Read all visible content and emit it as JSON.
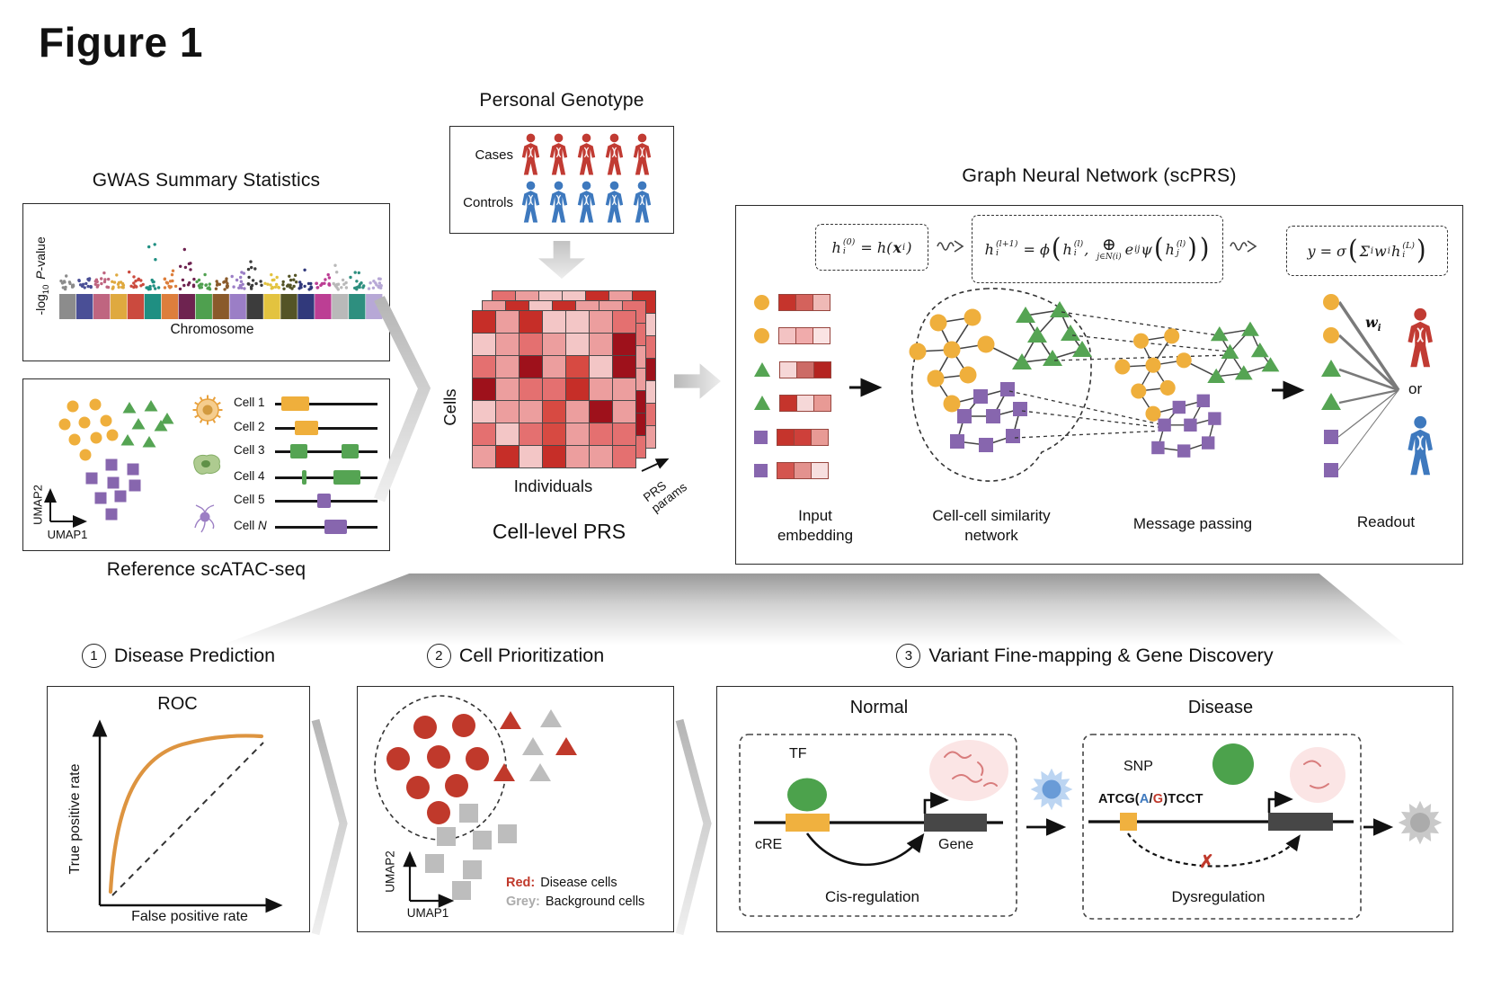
{
  "figure": {
    "title": "Figure 1"
  },
  "colors": {
    "orange": "#EFAF3C",
    "green": "#55A453",
    "purple": "#8766AE",
    "case_red": "#C13B33",
    "control_blue": "#3E79BE",
    "disease_red": "#C0392B",
    "background_grey": "#BDBDBD",
    "roc_orange": "#DD9440",
    "tf_green": "#4CA24C",
    "cre_orange": "#F0B13F",
    "gene_dark": "#474747",
    "seq_a_blue": "#3E79BE",
    "seq_g_red": "#C0392B"
  },
  "gwas": {
    "title": "GWAS Summary Statistics",
    "ylabel_pre": "-log",
    "ylabel_sub": "10",
    "ylabel_italic": "P",
    "ylabel_post": "-value",
    "xlabel": "Chromosome",
    "chrom_colors": [
      "#8C8C8C",
      "#4A4F96",
      "#BF6580",
      "#DFA93F",
      "#CB4A3E",
      "#1F8F82",
      "#DD7E3C",
      "#6E2350",
      "#4FA04F",
      "#8A5A2B",
      "#9B7EC6",
      "#3C3C3C",
      "#E3C33F",
      "#545426",
      "#31397B",
      "#BC3E94",
      "#B9B9B9",
      "#2E8F7F",
      "#B7A8D6"
    ],
    "peak_heights": [
      14,
      16,
      22,
      26,
      22,
      52,
      26,
      44,
      18,
      16,
      24,
      56,
      20,
      14,
      22,
      34,
      26,
      18,
      12
    ]
  },
  "genotype": {
    "title": "Personal Genotype",
    "count": 5,
    "rows": [
      {
        "label": "Cases",
        "color": "#C13B33"
      },
      {
        "label": "Controls",
        "color": "#3E79BE"
      }
    ]
  },
  "scatac": {
    "title": "Reference scATAC-seq",
    "xlabel": "UMAP1",
    "ylabel": "UMAP2",
    "tracks": [
      {
        "label": "Cell 1",
        "color": "#EFAF3C",
        "blocks": [
          [
            6,
            27
          ]
        ]
      },
      {
        "label": "Cell 2",
        "color": "#EFAF3C",
        "blocks": [
          [
            19,
            23
          ]
        ]
      },
      {
        "label": "Cell 3",
        "color": "#55A453",
        "blocks": [
          [
            15,
            17
          ],
          [
            65,
            17
          ]
        ]
      },
      {
        "label": "Cell 4",
        "color": "#55A453",
        "blocks": [
          [
            26,
            5
          ],
          [
            57,
            26
          ]
        ]
      },
      {
        "label": "Cell 5",
        "color": "#8766AE",
        "blocks": [
          [
            41,
            13
          ]
        ]
      },
      {
        "label": "Cell N",
        "color": "#8766AE",
        "blocks": [
          [
            48,
            22
          ]
        ]
      }
    ]
  },
  "prs": {
    "ylabel": "Cells",
    "xlabel": "Individuals",
    "depth_label": "PRS params",
    "title": "Cell-level PRS",
    "shades": [
      "#FBE9E9",
      "#F3C6C6",
      "#EC9E9E",
      "#E47070",
      "#D74A42",
      "#C62E28",
      "#9E111B"
    ],
    "grid": [
      [
        5,
        2,
        5,
        1,
        1,
        2,
        3
      ],
      [
        1,
        2,
        3,
        2,
        1,
        2,
        6
      ],
      [
        3,
        2,
        6,
        2,
        4,
        1,
        6
      ],
      [
        6,
        2,
        3,
        3,
        5,
        2,
        2
      ],
      [
        1,
        2,
        2,
        4,
        2,
        6,
        2
      ],
      [
        3,
        1,
        3,
        4,
        2,
        3,
        3
      ],
      [
        2,
        5,
        1,
        5,
        2,
        2,
        3
      ]
    ]
  },
  "gnn": {
    "title": "Graph Neural Network (scPRS)",
    "eq1": [
      {
        "t": "h"
      },
      {
        "ss": [
          "(0)",
          "i"
        ]
      },
      {
        "t": " = h("
      },
      {
        "t": "x",
        "b": true
      },
      {
        "sub": "i"
      },
      {
        "t": ")"
      }
    ],
    "eq2": [
      {
        "t": "h"
      },
      {
        "ss": [
          "(l+1)",
          "i"
        ]
      },
      {
        "t": " = ϕ"
      },
      {
        "par": "("
      },
      {
        "t": "h"
      },
      {
        "ss": [
          "(l)",
          "i"
        ]
      },
      {
        "t": ", "
      },
      {
        "op": "⊕",
        "lim": "j∈N(i)"
      },
      {
        "t": "e"
      },
      {
        "sub": "ij"
      },
      {
        "t": "ψ"
      },
      {
        "par": "("
      },
      {
        "t": "h"
      },
      {
        "ss": [
          "(l)",
          "j"
        ]
      },
      {
        "par": ")"
      },
      {
        "par": ")"
      }
    ],
    "eq3": [
      {
        "t": "y = σ"
      },
      {
        "par": "("
      },
      {
        "t": "Σ"
      },
      {
        "sub": "i"
      },
      {
        "t": "w"
      },
      {
        "sub": "i"
      },
      {
        "t": "h"
      },
      {
        "ss": [
          "(L)",
          "i"
        ]
      },
      {
        "par": ")"
      }
    ],
    "weight": [
      {
        "t": "w",
        "b": true
      },
      {
        "sub": "i"
      }
    ],
    "embedding": [
      {
        "shape": "circle",
        "cells": [
          "#C5342C",
          "#D4625C",
          "#EFB9B6"
        ]
      },
      {
        "shape": "circle",
        "cells": [
          "#F3C3C3",
          "#F0ABAB",
          "#FAE3E3"
        ]
      },
      {
        "shape": "triangle",
        "cells": [
          "#F6D7D7",
          "#CC6B66",
          "#B42420"
        ]
      },
      {
        "shape": "triangle",
        "cells": [
          "#C5342C",
          "#F6D8D8",
          "#E89A95"
        ]
      },
      {
        "shape": "square",
        "cells": [
          "#C5342C",
          "#CE403A",
          "#E89A95"
        ]
      },
      {
        "shape": "square",
        "cells": [
          "#D4554F",
          "#E3928E",
          "#F7DFDF"
        ]
      }
    ],
    "labels": {
      "input": "Input embedding",
      "network": "Cell-cell similarity network",
      "message": "Message passing",
      "readout": "Readout",
      "or": "or"
    }
  },
  "panel1": {
    "number": "1",
    "title": "Disease Prediction",
    "chart_title": "ROC",
    "ylabel": "True positive rate",
    "xlabel": "False positive rate"
  },
  "panel2": {
    "number": "2",
    "title": "Cell Prioritization",
    "xlabel": "UMAP1",
    "ylabel": "UMAP2",
    "legend": [
      {
        "key": "Red:",
        "text": "Disease cells",
        "color": "#C0392B"
      },
      {
        "key": "Grey:",
        "text": "Background cells",
        "color": "#ABABAB"
      }
    ]
  },
  "panel3": {
    "number": "3",
    "title": "Variant Fine-mapping & Gene Discovery",
    "normal": {
      "title": "Normal",
      "tf": "TF",
      "cre": "cRE",
      "gene": "Gene",
      "caption": "Cis-regulation"
    },
    "disease": {
      "title": "Disease",
      "snp": "SNP",
      "seq_pre": "ATCG(",
      "seq_a": "A",
      "seq_slash": "/",
      "seq_g": "G",
      "seq_post": ")TCCT",
      "x_mark": "✗",
      "caption": "Dysregulation"
    }
  }
}
